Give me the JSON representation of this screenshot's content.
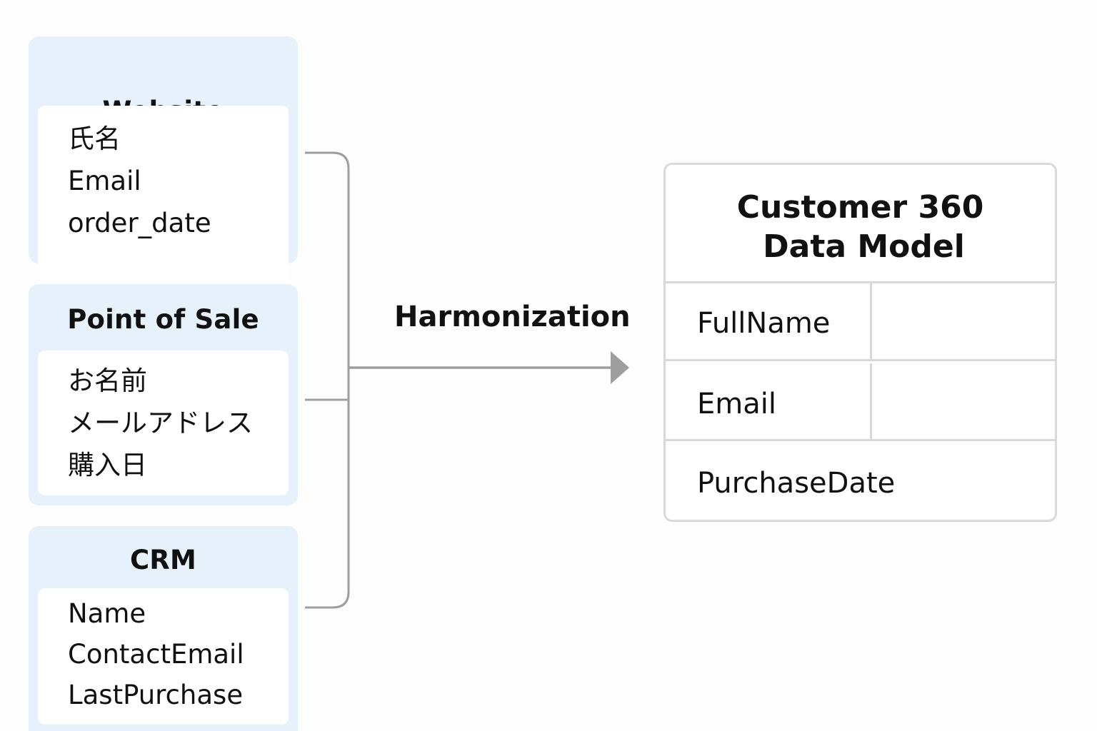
{
  "sources": [
    {
      "id": "website",
      "title": "Website",
      "fields": [
        "氏名",
        "Email",
        "order_date"
      ]
    },
    {
      "id": "pos",
      "title": "Point of Sale",
      "fields": [
        "お名前",
        "メールアドレス",
        "購入日"
      ]
    },
    {
      "id": "crm",
      "title": "CRM",
      "fields": [
        "Name",
        "ContactEmail",
        "LastPurchase"
      ]
    }
  ],
  "process": {
    "label": "Harmonization"
  },
  "target": {
    "title_line1": "Customer 360",
    "title_line2": "Data Model",
    "fields": [
      "FullName",
      "Email",
      "PurchaseDate"
    ]
  },
  "colors": {
    "card_header": "#e6f1fb",
    "card_body": "#ffffff",
    "connector": "#9e9e9e",
    "target_border": "#d9d9d9"
  }
}
